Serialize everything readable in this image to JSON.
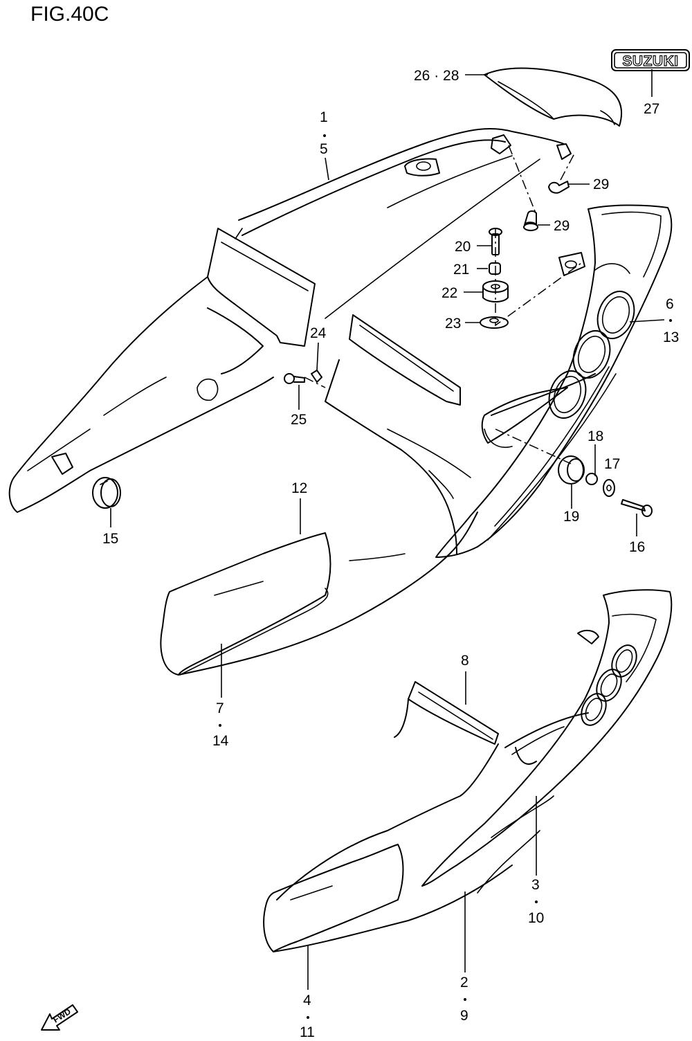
{
  "figure_title": "FIG.40C",
  "logo_text": "SUZUKI",
  "fwd_text": "FWD",
  "callouts": {
    "c1": "1",
    "c5": "5",
    "c26_28": "26 · 28",
    "c27": "27",
    "c29a": "29",
    "c29b": "29",
    "c20": "20",
    "c21": "21",
    "c22": "22",
    "c23": "23",
    "c24": "24",
    "c25": "25",
    "c6": "6",
    "c13": "13",
    "c18": "18",
    "c17": "17",
    "c19": "19",
    "c16": "16",
    "c15": "15",
    "c12": "12",
    "c7": "7",
    "c14": "14",
    "c8": "8",
    "c3": "3",
    "c10": "10",
    "c2": "2",
    "c9": "9",
    "c4": "4",
    "c11": "11"
  }
}
